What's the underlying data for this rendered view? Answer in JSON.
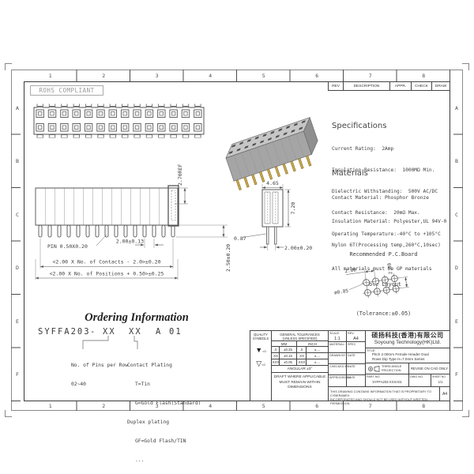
{
  "frame": {
    "rohs_label": "ROHS COMPLIANT",
    "cols": [
      "1",
      "2",
      "3",
      "4",
      "5",
      "6",
      "7",
      "8"
    ],
    "rows": [
      "A",
      "B",
      "C",
      "D",
      "E",
      "F"
    ]
  },
  "rev_header": {
    "rev": "REV",
    "description": "DESCRIPTION",
    "appr": "APPR.",
    "check": "CHECK",
    "draw": "DRAW"
  },
  "specs": {
    "title": "Specifications",
    "lines": [
      "Current Rating:  2Amp",
      "Insulation Resistance:  1000MΩ Min.",
      "Dielectric Withstanding:  500V AC/DC",
      "Contact Resistance:  20mΩ Max.",
      "Operating Temperature:-40°C to +105°C"
    ]
  },
  "materials": {
    "title": "Materials",
    "lines": [
      "Contact Material: Phosphor Bronze",
      "Insulation Material: Polyester,UL 94V-0",
      "Nylon 6T(Processing temp,260°C,10sec)",
      "All materials must be GP materials"
    ]
  },
  "pcb": {
    "title1": "Recommended P.C.Board",
    "title2": "Hole Layout",
    "title3": "(Tolerance:±0.05)",
    "dim_pitch_h": "2.00",
    "dim_pitch_v": "2.00",
    "dim_hole": "ø0.85"
  },
  "front_view": {
    "dim_ref": "2.70REF",
    "dim_pin": "PIN 0.50X0.20",
    "dim_pitch": "2.00±0.13",
    "dim_contacts": "<2.00 X No. of Contacts - 2.0>±0.20",
    "dim_positions": "<2.00 X No. of Positions + 0.50>±0.25",
    "dim_pin_len": "2.50±0.20"
  },
  "side_view": {
    "dim_width": "4.65",
    "dim_height": "7.20",
    "dim_pin_w": "0.87",
    "dim_row_pitch": "2.00±0.20"
  },
  "ordering": {
    "title": "Ordering Information",
    "code_base": "SYFFA203",
    "code_dash": "-",
    "code_xx1": "XX",
    "code_xx2": "XX",
    "code_a": "A",
    "code_01": "01",
    "pins_label": "No. of Pins per Row",
    "pins_range": "02~40",
    "plating_label": "Contact Plating",
    "plating_options": [
      "T=Tin",
      "G=Gold Flash(Standard)",
      "Duplex plating",
      "GF=Gold Flash/TIN",
      "..."
    ]
  },
  "titleblock": {
    "quality_header": "QUALITY SYMBOLS",
    "quality_sym1": "▼",
    "quality_sym2": "▽",
    "quality_sub": "<0",
    "tol_header1": "GENERAL TOLERANCES",
    "tol_header2": "(UNLESS SPECIFIED)",
    "col_mm": "MM",
    "col_inch": "INCH",
    "tol_rows": [
      {
        "l1": ".X",
        "v1": "±0.25",
        "l2": ".X",
        "v2": "±...."
      },
      {
        "l1": ".XX",
        "v1": "±0.15",
        "l2": ".XX",
        "v2": "±...."
      },
      {
        "l1": ".XXX",
        "v1": "±0.05",
        "l2": ".XXX",
        "v2": "±...."
      }
    ],
    "angular": "ANGULAR ±3°",
    "draft_note": "DRAFT WHERE APPLICABLE MUST REMAIN WITHIN DIMENSIONS",
    "scale_label": "SCALE",
    "scale_value": "1:1",
    "rev_label": "REV.",
    "rev_value": "A4",
    "material_label": "MATERIAL:",
    "spec_label": "SPEC",
    "drawn_label": "DRAWN BY",
    "checked_label": "CHECKED BY",
    "approved_label": "APPROVED BY",
    "date_label": "DATE",
    "company_cn": "硕扬科技(香港)有限公司",
    "company_en": "Soyoung Technology(HK)Ltd.",
    "title_label": "TITLE:",
    "title_line1": "Pitch 2.00mm Female Header Dual",
    "title_line2": "Rows Dip Type H=7.0mm Series",
    "projection": "THIRD ANGLE PROJECTION",
    "revise_note": "REVISE ON CAD ONLY",
    "part_label": "PART NO.",
    "part_value": "SYFFA203-XXXA01",
    "dwg_label": "DWG NO.",
    "sheet_label": "SHEET NO.",
    "sheet_value": "1/1",
    "proprietary1": "THIS DRAWING CONTAINS INFORMATION THAT IS PROPRIETARY TO CYBERAMEX",
    "proprietary2": "INCORPORATED AND SHOULD NOT BE USED WITHOUT WRITTEN PERMISSION",
    "size_box": "A4"
  }
}
